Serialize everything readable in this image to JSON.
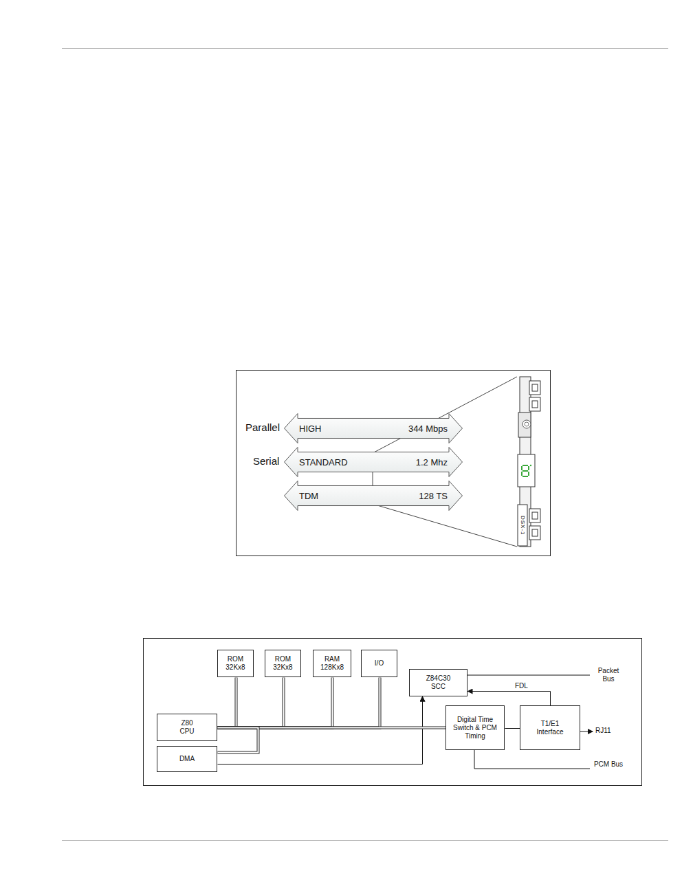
{
  "diagram": {
    "nodes": [
      {
        "text": [
          "HIGH",
          "344 Mbps"
        ]
      },
      {
        "text": [
          "STANDARD",
          "1.2 Mhz"
        ]
      },
      {
        "text": [
          "TDM",
          "128 TS"
        ]
      },
      {
        "text": [
          "ROM 32Kx8"
        ]
      },
      {
        "text": [
          "ROM 32Kx8"
        ]
      },
      {
        "text": [
          "RAM 128Kx8"
        ]
      },
      {
        "text": [
          "I/O"
        ]
      },
      {
        "text": [
          "Z84C30 SCC"
        ]
      },
      {
        "text": [
          "Z80 CPU"
        ]
      },
      {
        "text": [
          "Digital Time Switch & PCM Timing"
        ]
      },
      {
        "text": [
          "T1/E1 Interface"
        ]
      },
      {
        "text": [
          "DMA"
        ]
      }
    ],
    "edges": [
      {
        "from": 8,
        "to": 3,
        "arrow": "none"
      },
      {
        "from": 8,
        "to": 4,
        "arrow": "none"
      },
      {
        "from": 8,
        "to": 5,
        "arrow": "none"
      },
      {
        "from": 8,
        "to": 6,
        "arrow": "none"
      },
      {
        "from": 8,
        "to": 9,
        "arrow": "none"
      },
      {
        "from": 11,
        "to": 8,
        "arrow": "none"
      },
      {
        "from": 8,
        "to": 7,
        "arrow": "to"
      },
      {
        "from": 11,
        "to": 7,
        "arrow": "to"
      },
      {
        "from": 10,
        "to": 7,
        "label": "FDL",
        "arrow": "to"
      },
      {
        "from": 9,
        "to": 10,
        "arrow": "none"
      }
    ],
    "labels": [
      "Parallel",
      "Serial",
      "DSX-1",
      "Packet Bus",
      "RJ11",
      "PCM Bus"
    ]
  }
}
